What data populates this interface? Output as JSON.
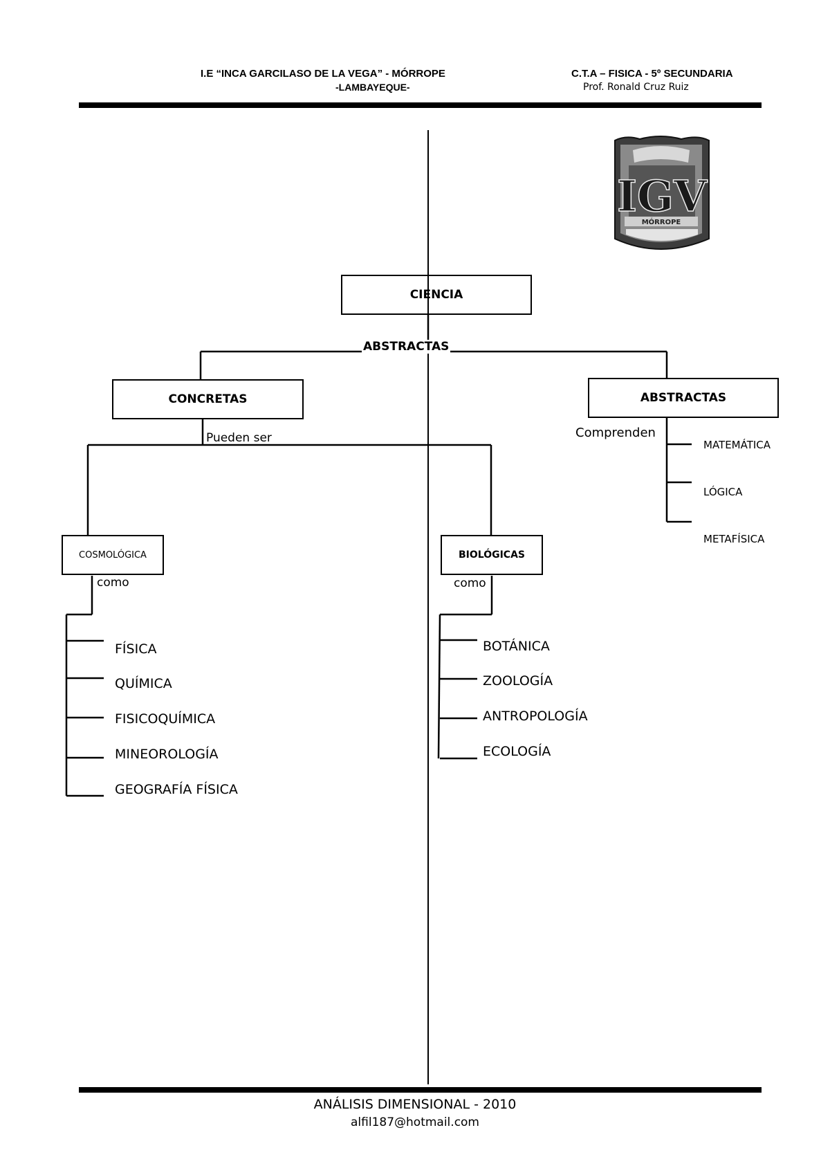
{
  "header": {
    "school_line1": "I.E  “INCA GARCILASO DE LA VEGA” - MÓRROPE",
    "school_line2": "-LAMBAYEQUE-",
    "course": "C.T.A – FISICA - 5º SECUNDARIA",
    "teacher": "Prof. Ronald Cruz Ruiz"
  },
  "logo": {
    "text_main": "IGV",
    "text_bottom": "MÓRROPE"
  },
  "diagram": {
    "root": "CIENCIA",
    "root_connector": "ABSTRACTAS",
    "concretas": {
      "title": "CONCRETAS",
      "connector": "Pueden ser",
      "cosmologica": {
        "title": "COSMOLÓGICA",
        "connector": "como",
        "items": [
          "FÍSICA",
          "QUÍMICA",
          "FISICOQUÍMICA",
          "MINEOROLOGÍA",
          "GEOGRAFÍA FÍSICA"
        ]
      },
      "biologicas": {
        "title": "BIOLÓGICAS",
        "connector": "como",
        "items": [
          "BOTÁNICA",
          "ZOOLOGÍA",
          "ANTROPOLOGÍA",
          "ECOLOGÍA"
        ]
      }
    },
    "abstractas": {
      "title": "ABSTRACTAS",
      "connector": "Comprenden",
      "items": [
        "MATEMÁTICA",
        "LÓGICA",
        "METAFÍSICA"
      ]
    }
  },
  "footer": {
    "title": "ANÁLISIS DIMENSIONAL  - 2010",
    "email": "alfil187@hotmail.com"
  }
}
